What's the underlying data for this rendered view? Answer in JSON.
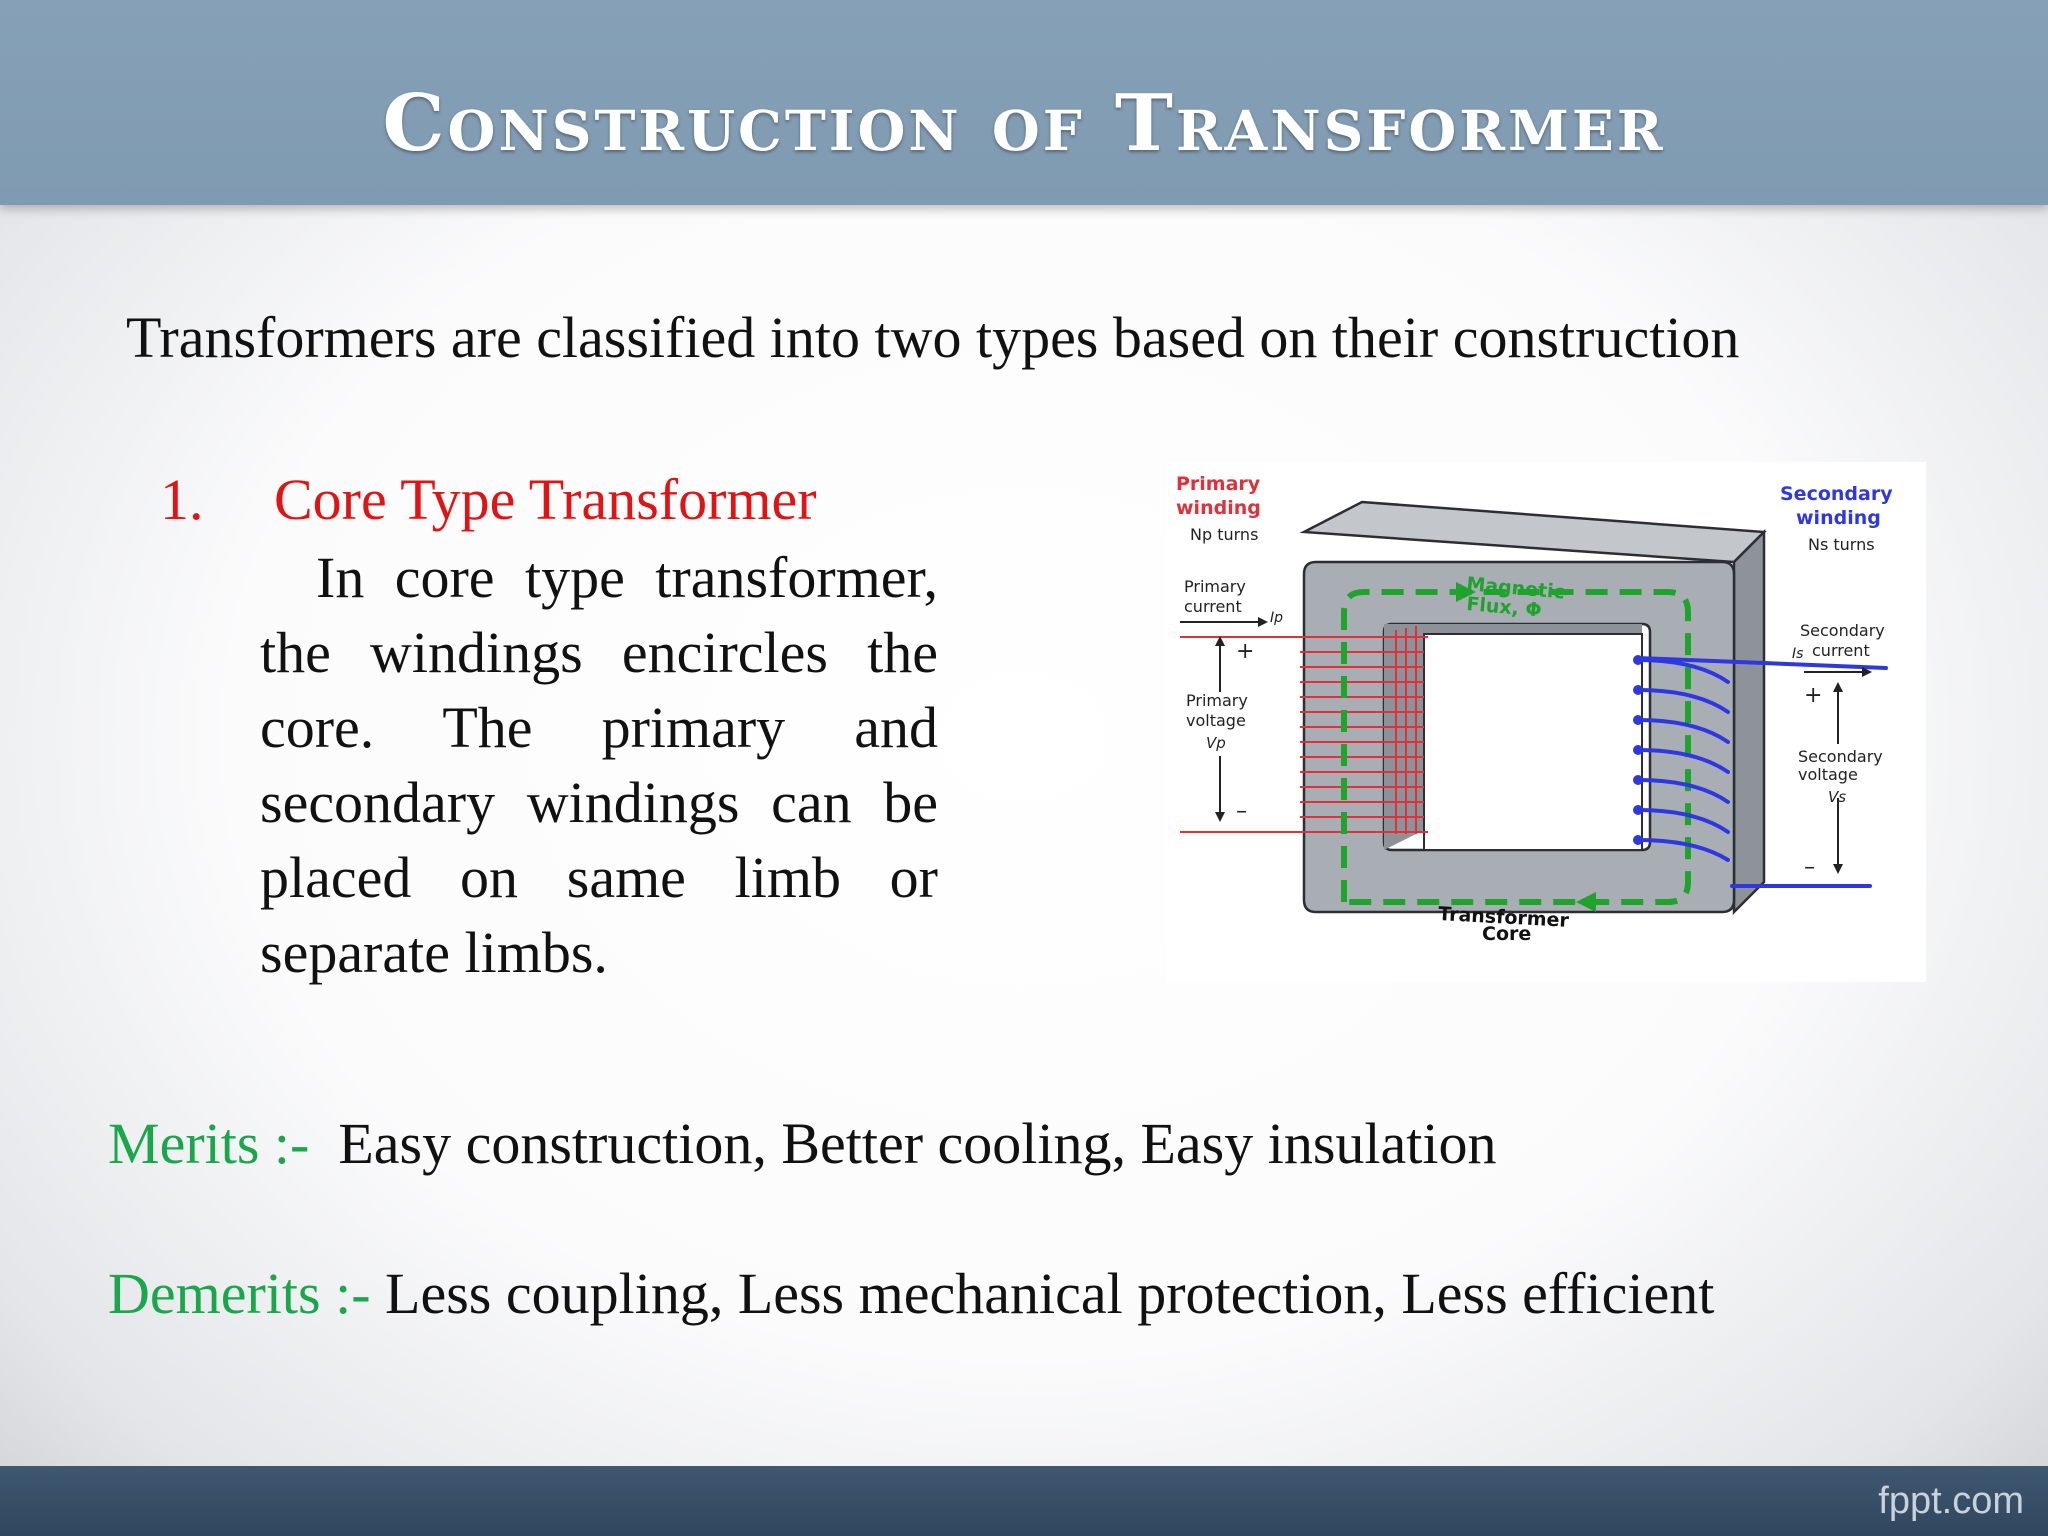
{
  "slide": {
    "title": "Construction of Transformer",
    "intro": "Transformers are classified into two types based on their construction",
    "item_number": "1.",
    "item_heading": "Core Type Transformer",
    "item_paragraph": "In core type transformer, the windings encircles the core. The primary and secondary windings can be placed on same limb or separate limbs.",
    "merits_label": "Merits :-",
    "merits_text": "Easy construction, Better cooling, Easy insulation",
    "demerits_label": "Demerits :-",
    "demerits_text": "Less coupling, Less mechanical protection, Less efficient",
    "footer_brand": "fppt.com"
  },
  "diagram": {
    "primary_winding_line1": "Primary",
    "primary_winding_line2": "winding",
    "primary_turns": "Np turns",
    "primary_current_line1": "Primary",
    "primary_current_line2": "current",
    "primary_current_symbol": "Ip",
    "primary_voltage_line1": "Primary",
    "primary_voltage_line2": "voltage",
    "primary_voltage_symbol": "Vp",
    "plus": "+",
    "minus": "–",
    "magnetic_flux_line1": "Magnetic",
    "magnetic_flux_line2": "Flux, Φ",
    "secondary_winding_line1": "Secondary",
    "secondary_winding_line2": "winding",
    "secondary_turns": "Ns turns",
    "secondary_current_line1": "Secondary",
    "secondary_current_line2": "current",
    "secondary_current_symbol": "Is",
    "secondary_voltage_line1": "Secondary",
    "secondary_voltage_line2": "voltage",
    "secondary_voltage_symbol": "Vs",
    "core_label_line1": "Transformer",
    "core_label_line2": "Core",
    "colors": {
      "primary": "#e0303a",
      "secondary": "#2f38e0",
      "flux": "#1fa32c",
      "core": "#a9aeb4"
    }
  }
}
